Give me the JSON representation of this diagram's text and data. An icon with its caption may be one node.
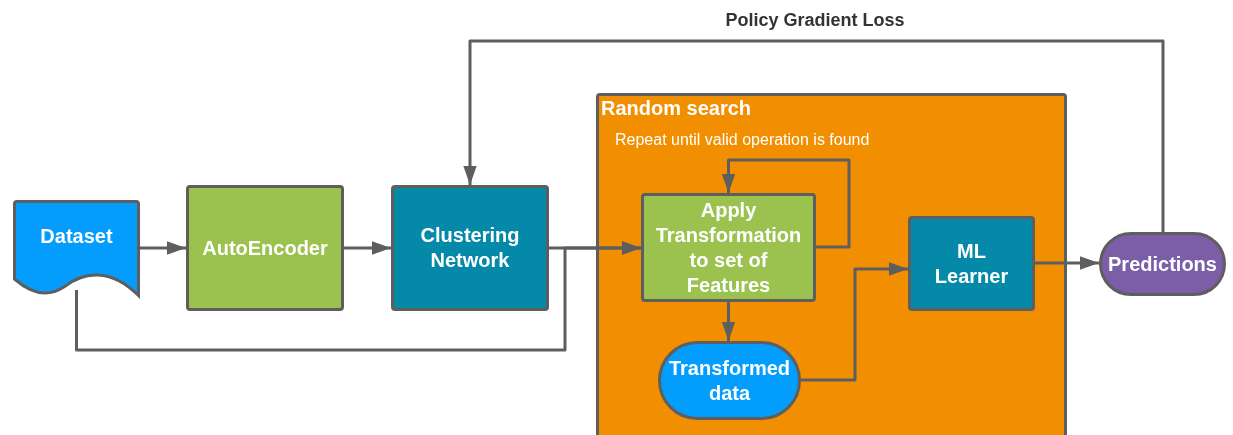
{
  "diagram": {
    "nodes": [
      {
        "text": [
          "Dataset"
        ]
      },
      {
        "text": [
          "AutoEncoder"
        ]
      },
      {
        "text": [
          "Clustering Network"
        ]
      },
      {
        "text": [
          "Random search"
        ]
      },
      {
        "text": [
          "Apply Transformation to set of Features"
        ],
        "in": 3
      },
      {
        "text": [
          "Transformed data"
        ],
        "in": 3
      },
      {
        "text": [
          "ML Learner"
        ],
        "in": 3
      },
      {
        "text": [
          "Predictions"
        ]
      }
    ],
    "edges": [
      {
        "from": 0,
        "to": 1,
        "arrow": "to"
      },
      {
        "from": 1,
        "to": 2,
        "arrow": "to"
      },
      {
        "from": 2,
        "to": 4,
        "arrow": "to"
      },
      {
        "from": 0,
        "to": 4,
        "arrow": "to"
      },
      {
        "from": 4,
        "to": 4,
        "arrow": "to"
      },
      {
        "from": 4,
        "to": 5,
        "arrow": "to"
      },
      {
        "from": 5,
        "to": 6,
        "arrow": "to"
      },
      {
        "from": 6,
        "to": 7,
        "arrow": "to"
      },
      {
        "from": 7,
        "to": 2,
        "arrow": "to",
        "label": "Policy Gradient Loss"
      }
    ],
    "labels": [
      "Repeat until valid operation is found"
    ]
  }
}
